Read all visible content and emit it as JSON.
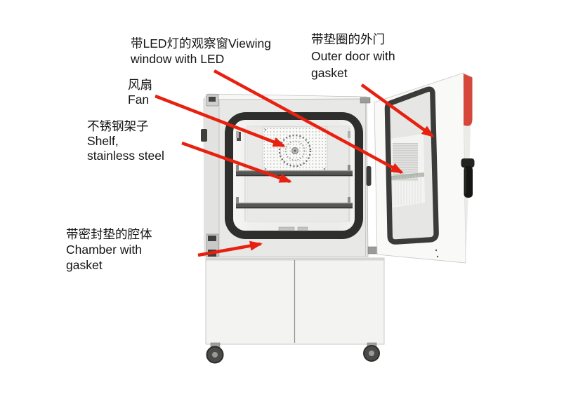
{
  "diagram": {
    "figure": "environmental test chamber with open outer door, parts annotated",
    "labels": [
      {
        "id": "viewing-window",
        "lines": [
          "带LED灯的观察窗Viewing",
          "window with LED"
        ]
      },
      {
        "id": "outer-door",
        "lines": [
          "带垫圈的外门",
          "Outer door with",
          "gasket"
        ]
      },
      {
        "id": "fan",
        "lines": [
          "风扇",
          "Fan"
        ]
      },
      {
        "id": "shelf",
        "lines": [
          "不锈钢架子",
          "Shelf,",
          "stainless steel"
        ]
      },
      {
        "id": "chamber",
        "lines": [
          "带密封垫的腔体",
          "Chamber with",
          "gasket"
        ]
      }
    ],
    "colors": {
      "arrow": "#e8200f",
      "accent_red": "#d5473a",
      "text": "#141414",
      "background": "#ffffff"
    }
  }
}
